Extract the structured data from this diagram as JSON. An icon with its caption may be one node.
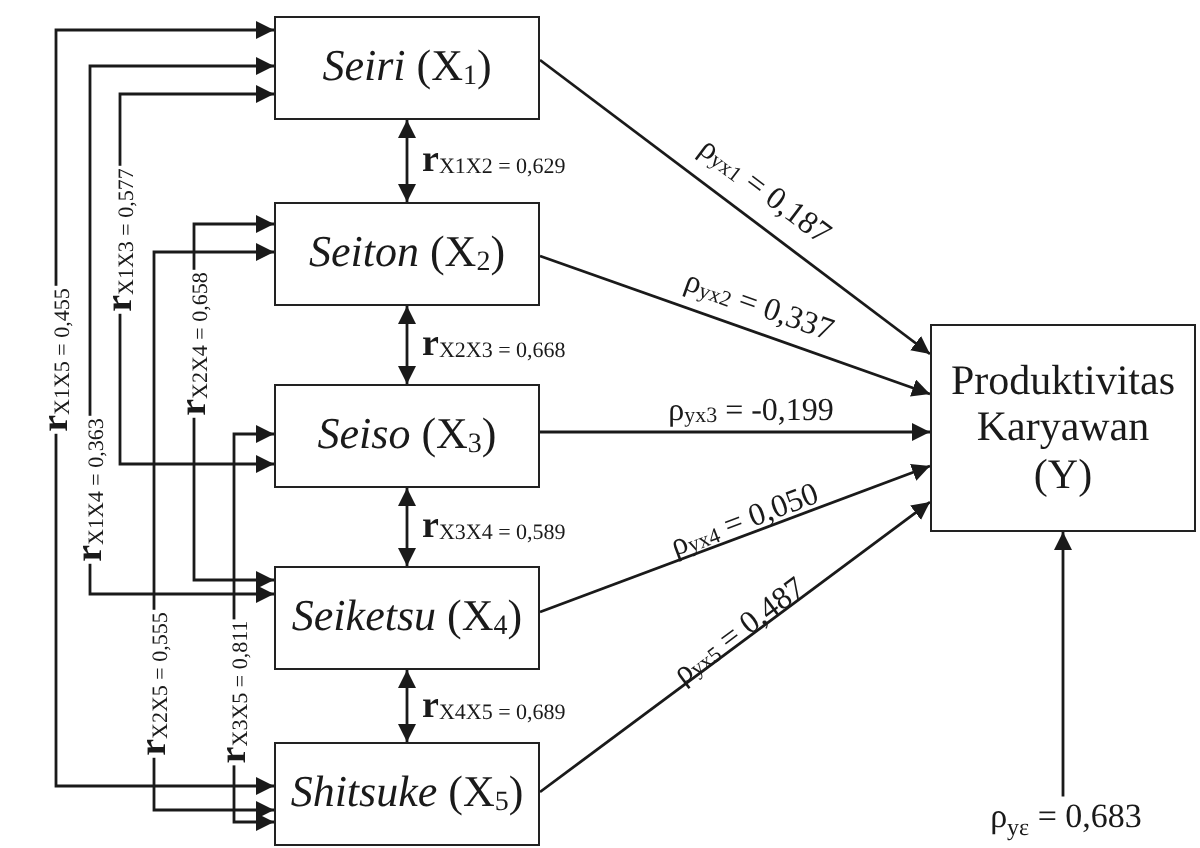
{
  "diagram": {
    "nodes": [
      {
        "text": [
          "*Seiri* (X$_{1}$)"
        ]
      },
      {
        "text": [
          "*Seiton* (X$_{2}$)"
        ]
      },
      {
        "text": [
          "*Seiso* (X$_{3}$)"
        ]
      },
      {
        "text": [
          "*Seiketsu* (X$_{4}$)"
        ]
      },
      {
        "text": [
          "*Shitsuke* (X$_{5}$)"
        ]
      },
      {
        "text": [
          "Produktivitas Karyawan (Y)"
        ]
      },
      {
        "text": [
          "ρ$_{yε}$ = 0,683"
        ]
      }
    ],
    "edges": [
      {
        "from": 0,
        "to": 1,
        "arrow": "both",
        "label": "**r**$_{X1X2 = 0,629}$"
      },
      {
        "from": 1,
        "to": 2,
        "arrow": "both",
        "label": "**r**$_{X2X3 = 0,668}$"
      },
      {
        "from": 2,
        "to": 3,
        "arrow": "both",
        "label": "**r**$_{X3X4 = 0,589}$"
      },
      {
        "from": 3,
        "to": 4,
        "arrow": "both",
        "label": "**r**$_{X4X5 = 0,689}$"
      },
      {
        "from": 0,
        "to": 4,
        "arrow": "both",
        "label": "**r**$_{X1X5 = 0,455}$"
      },
      {
        "from": 0,
        "to": 3,
        "arrow": "both",
        "label": "**r**$_{X1X4 = 0,363}$"
      },
      {
        "from": 0,
        "to": 2,
        "arrow": "both",
        "label": "**r**$_{X1X3 = 0,577}$"
      },
      {
        "from": 1,
        "to": 3,
        "arrow": "both",
        "label": "**r**$_{X2X4 = 0,658}$"
      },
      {
        "from": 1,
        "to": 4,
        "arrow": "both",
        "label": "**r**$_{X2X5 = 0,555}$"
      },
      {
        "from": 2,
        "to": 4,
        "arrow": "both",
        "label": "**r**$_{X3X5 = 0,811}$"
      },
      {
        "from": 0,
        "to": 5,
        "arrow": "to",
        "label": "ρ$_{yx1}$ = 0,187"
      },
      {
        "from": 1,
        "to": 5,
        "arrow": "to",
        "label": "ρ$_{yx2}$ = 0,337"
      },
      {
        "from": 2,
        "to": 5,
        "arrow": "to",
        "label": "ρ$_{yx3}$ = -0,199"
      },
      {
        "from": 3,
        "to": 5,
        "arrow": "to",
        "label": "ρ$_{yx4}$ = 0,050"
      },
      {
        "from": 4,
        "to": 5,
        "arrow": "to",
        "label": "ρ$_{yx5}$ = 0,487"
      },
      {
        "from": 6,
        "to": 5,
        "arrow": "to"
      }
    ]
  }
}
